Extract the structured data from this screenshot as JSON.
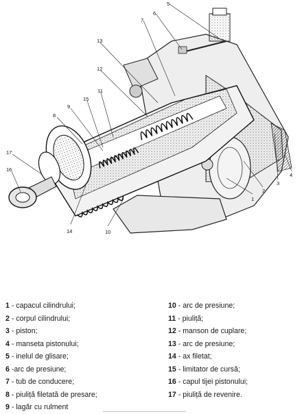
{
  "callouts": [
    "1",
    "2",
    "3",
    "4",
    "5",
    "6",
    "7",
    "8",
    "9",
    "10",
    "11",
    "12",
    "13",
    "14",
    "15",
    "16",
    "17"
  ],
  "legend": {
    "left": [
      {
        "num": "1",
        "text": " - capacul cilindrului;"
      },
      {
        "num": "2",
        "text": " - corpul cilindrului;"
      },
      {
        "num": "3",
        "text": " - piston;"
      },
      {
        "num": "4",
        "text": " - manseta pistonului;"
      },
      {
        "num": "5",
        "text": " - inelul de glisare;"
      },
      {
        "num": "6",
        "text": " -arc de presiune;"
      },
      {
        "num": "7",
        "text": " - tub de conducere;"
      },
      {
        "num": "8",
        "text": " - piuliță filetată de presare;"
      },
      {
        "num": "9",
        "text": " - lagăr cu rulment"
      }
    ],
    "right": [
      {
        "num": "10",
        "text": " - arc de presiune;"
      },
      {
        "num": "11",
        "text": " - piuliță;"
      },
      {
        "num": "12",
        "text": " - manson de cuplare;"
      },
      {
        "num": "13",
        "text": " - arc de presiune;"
      },
      {
        "num": "14",
        "text": " - ax filetat;"
      },
      {
        "num": "15",
        "text": " - limitator de cursă;"
      },
      {
        "num": "16",
        "text": " - capul tijei pistonului;"
      },
      {
        "num": "17",
        "text": " - piuliță de revenire."
      }
    ]
  }
}
